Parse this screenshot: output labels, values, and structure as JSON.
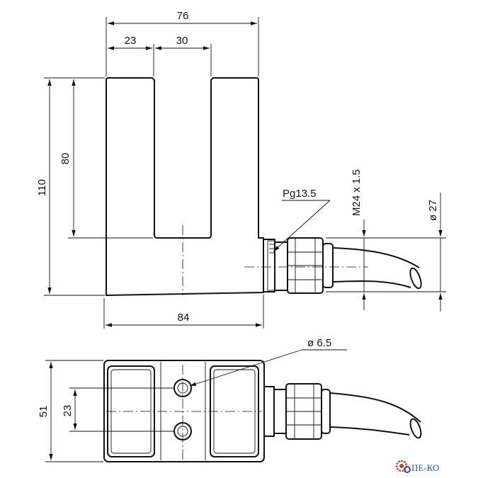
{
  "dimensions": {
    "top_width": "76",
    "left_arm": "23",
    "slot_width": "30",
    "slot_depth": "80",
    "total_height": "110",
    "base_width": "84",
    "thread": "Pg13.5",
    "nut_thread": "M24 x 1.5",
    "nut_diameter": "ø 27",
    "hole_diameter": "ø 6.5",
    "hole_spacing": "23",
    "body_depth": "51"
  },
  "logo": {
    "text": "ПЕ-КО",
    "color": "#2b4fa6"
  }
}
